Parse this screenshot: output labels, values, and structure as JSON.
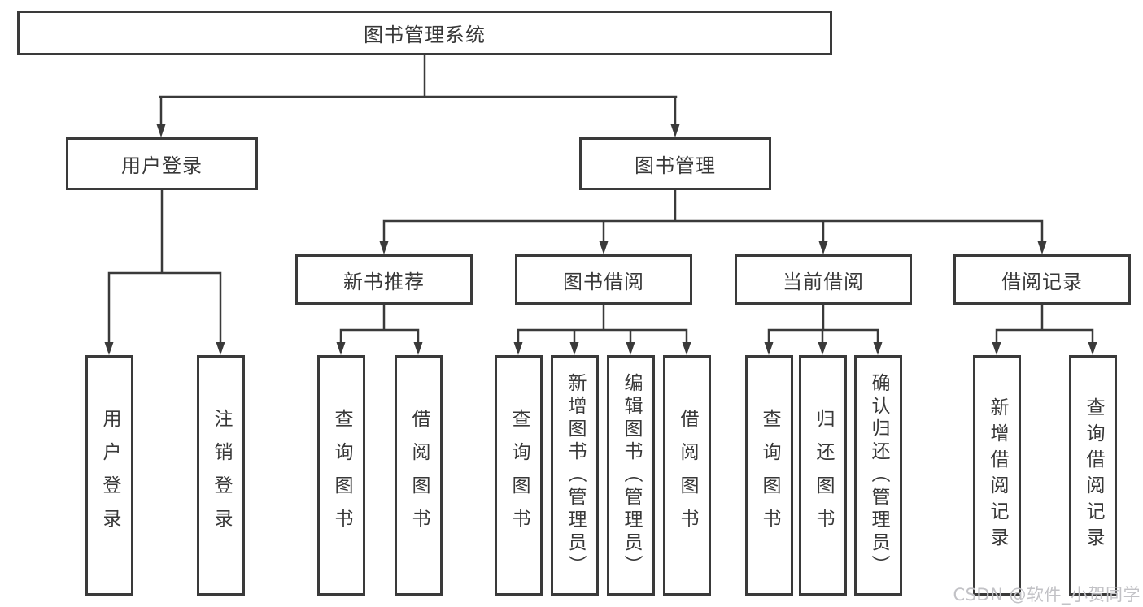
{
  "tree": {
    "label": "图书管理系统",
    "children": [
      {
        "label": "用户登录",
        "children": [
          {
            "label": "用户登录"
          },
          {
            "label": "注销登录"
          }
        ]
      },
      {
        "label": "图书管理",
        "children": [
          {
            "label": "新书推荐",
            "children": [
              {
                "label": "查询图书"
              },
              {
                "label": "借阅图书"
              }
            ]
          },
          {
            "label": "图书借阅",
            "children": [
              {
                "label": "查询图书"
              },
              {
                "label": "新增图书（管理员）"
              },
              {
                "label": "编辑图书（管理员）"
              },
              {
                "label": "借阅图书"
              }
            ]
          },
          {
            "label": "当前借阅",
            "children": [
              {
                "label": "查询图书"
              },
              {
                "label": "归还图书"
              },
              {
                "label": "确认归还（管理员）"
              }
            ]
          },
          {
            "label": "借阅记录",
            "children": [
              {
                "label": "新增借阅记录"
              },
              {
                "label": "查询借阅记录"
              }
            ]
          }
        ]
      }
    ]
  },
  "watermark": {
    "text": "CSDN @软件_小贺同学"
  },
  "colors": {
    "line": "#3a3a3a",
    "text": "#383838",
    "background": "#ffffff",
    "watermark": "#c2c2c6"
  }
}
